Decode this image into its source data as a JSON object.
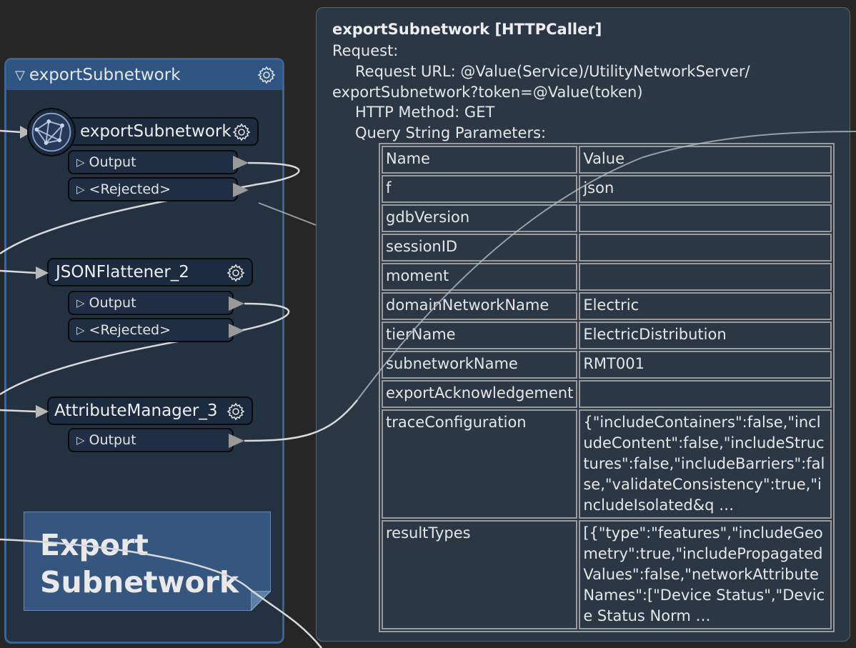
{
  "bookmark": {
    "title": "exportSubnetwork",
    "toggle_icon": "collapse-triangle-icon",
    "color": "#2f5583"
  },
  "transformers": {
    "http_caller": {
      "name": "exportSubnetwork",
      "icon": "globe-network-icon",
      "ports": [
        "Output",
        "<Rejected>"
      ]
    },
    "json_flattener": {
      "name": "JSONFlattener_2",
      "ports": [
        "Output",
        "<Rejected>"
      ]
    },
    "attribute_manager": {
      "name": "AttributeManager_3",
      "ports": [
        "Output"
      ]
    }
  },
  "annotation": {
    "line1": "Export",
    "line2": "Subnetwork"
  },
  "tooltip": {
    "title": "exportSubnetwork [HTTPCaller]",
    "request_label": "Request:",
    "url_line1": "Request URL: @Value(Service)/UtilityNetworkServer/",
    "url_line2": "exportSubnetwork?token=@Value(token)",
    "method": "HTTP Method: GET",
    "query_label": "Query String Parameters:",
    "table": {
      "headers": [
        "Name",
        "Value"
      ],
      "rows": [
        [
          "f",
          "json"
        ],
        [
          "gdbVersion",
          ""
        ],
        [
          "sessionID",
          ""
        ],
        [
          "moment",
          ""
        ],
        [
          "domainNetworkName",
          "Electric"
        ],
        [
          "tierName",
          "ElectricDistribution"
        ],
        [
          "subnetworkName",
          "RMT001"
        ],
        [
          "exportAcknowledgement",
          ""
        ],
        [
          "traceConfiguration",
          "{\"includeContainers\":false,\"includeContent\":false,\"includeStructures\":false,\"includeBarriers\":false,\"validateConsistency\":true,\"includeIsolated&q …"
        ],
        [
          "resultTypes",
          "[{\"type\":\"features\",\"includeGeometry\":true,\"includePropagatedValues\":false,\"networkAttributeNames\":[\"Device Status\",\"Device Status Norm …"
        ]
      ]
    }
  }
}
